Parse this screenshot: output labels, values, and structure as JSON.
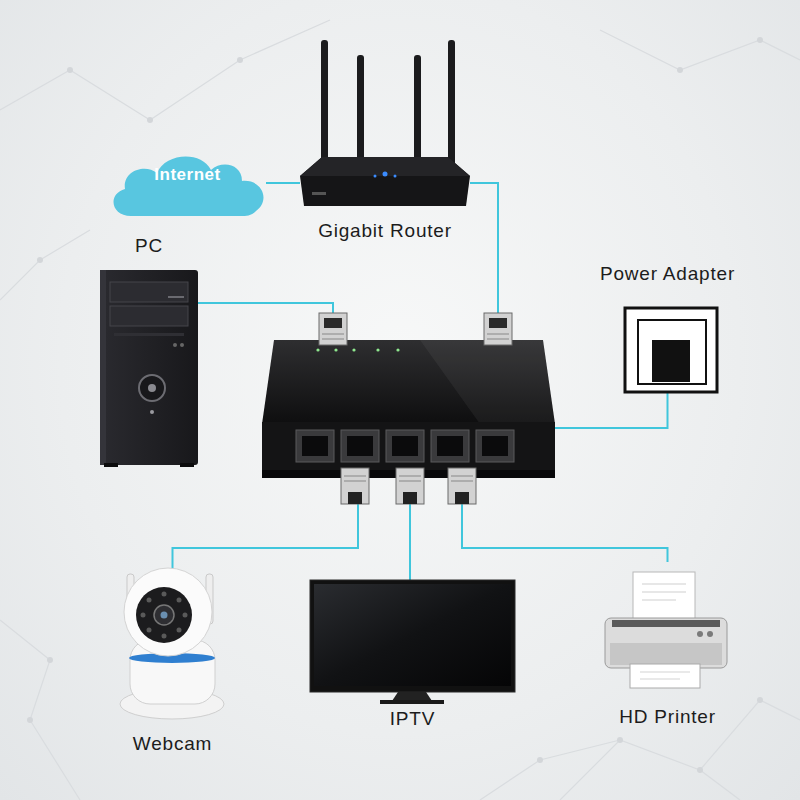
{
  "diagram": {
    "nodes": [
      {
        "text": [
          "Internet"
        ]
      },
      {
        "text": [
          "Gigabit Router"
        ]
      },
      {
        "text": [
          "PC"
        ]
      },
      {
        "text": [
          "Power Adapter"
        ]
      },
      {
        "text": []
      },
      {
        "text": [
          "Webcam"
        ]
      },
      {
        "text": [
          "IPTV"
        ]
      },
      {
        "text": [
          "HD Printer"
        ]
      }
    ],
    "edges": [
      {
        "from": 0,
        "to": 1,
        "arrow": "none"
      },
      {
        "from": 1,
        "to": 4,
        "arrow": "none"
      },
      {
        "from": 2,
        "to": 4,
        "arrow": "none"
      },
      {
        "from": 3,
        "to": 4,
        "arrow": "none"
      },
      {
        "from": 4,
        "to": 5,
        "arrow": "none"
      },
      {
        "from": 4,
        "to": 6,
        "arrow": "none"
      },
      {
        "from": 4,
        "to": 7,
        "arrow": "none"
      }
    ]
  }
}
